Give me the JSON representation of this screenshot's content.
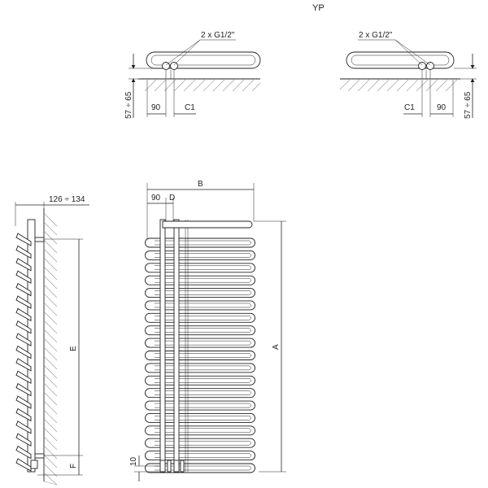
{
  "title": "YP",
  "labels": {
    "connection": "2 x G1/2\"",
    "depth_range": "57 ÷ 65",
    "spacing_90": "90",
    "c1": "C1",
    "side_depth": "126 ÷ 134",
    "b": "B",
    "d": "D",
    "a": "A",
    "e": "E",
    "f": "F",
    "ten": "10"
  },
  "tube_count": 19
}
